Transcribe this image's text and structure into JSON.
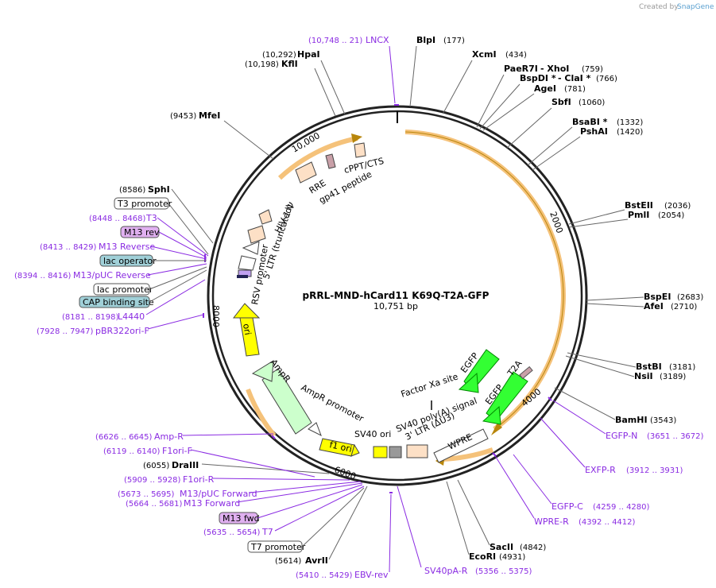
{
  "credit": "Created by",
  "brand": "SnapGene",
  "plasmid": {
    "name": "pRRL-MND-hCard11 K69Q-T2A-GFP",
    "size": "10,751 bp"
  },
  "ticks": [
    "10,000",
    "2000",
    "4000",
    "6000",
    "8000"
  ],
  "sites": [
    {
      "name": "LNCX",
      "pos": "(10,748 .. 21)",
      "kind": "primer"
    },
    {
      "name": "BlpI",
      "pos": "(177)",
      "kind": "enzyme"
    },
    {
      "name": "XcmI",
      "pos": "(434)",
      "kind": "enzyme"
    },
    {
      "name": "PaeR7I",
      "pos": "",
      "kind": "enzyme"
    },
    {
      "name": "- XhoI",
      "pos": "(759)",
      "kind": "enzyme"
    },
    {
      "name": "BspDI *",
      "pos": "",
      "kind": "enzyme"
    },
    {
      "name": "- ClaI *",
      "pos": "(766)",
      "kind": "enzyme"
    },
    {
      "name": "AgeI",
      "pos": "(781)",
      "kind": "enzyme"
    },
    {
      "name": "SbfI",
      "pos": "(1060)",
      "kind": "enzyme"
    },
    {
      "name": "BsaBI *",
      "pos": "(1332)",
      "kind": "enzyme"
    },
    {
      "name": "PshAI",
      "pos": "(1420)",
      "kind": "enzyme"
    },
    {
      "name": "BstEII",
      "pos": "(2036)",
      "kind": "enzyme"
    },
    {
      "name": "PmlI",
      "pos": "(2054)",
      "kind": "enzyme"
    },
    {
      "name": "BspEI",
      "pos": "(2683)",
      "kind": "enzyme"
    },
    {
      "name": "AfeI",
      "pos": "(2710)",
      "kind": "enzyme"
    },
    {
      "name": "BstBI",
      "pos": "(3181)",
      "kind": "enzyme"
    },
    {
      "name": "NsiI",
      "pos": "(3189)",
      "kind": "enzyme"
    },
    {
      "name": "BamHI",
      "pos": "(3543)",
      "kind": "enzyme"
    },
    {
      "name": "EGFP-N",
      "pos": "(3651 .. 3672)",
      "kind": "primer"
    },
    {
      "name": "EXFP-R",
      "pos": "(3912 .. 3931)",
      "kind": "primer"
    },
    {
      "name": "EGFP-C",
      "pos": "(4259 .. 4280)",
      "kind": "primer"
    },
    {
      "name": "WPRE-R",
      "pos": "(4392 .. 4412)",
      "kind": "primer"
    },
    {
      "name": "SacII",
      "pos": "(4842)",
      "kind": "enzyme"
    },
    {
      "name": "EcoRI",
      "pos": "(4931)",
      "kind": "enzyme"
    },
    {
      "name": "SV40pA-R",
      "pos": "(5356 .. 5375)",
      "kind": "primer"
    },
    {
      "name": "EBV-rev",
      "pos": "(5410 .. 5429)",
      "kind": "primer"
    },
    {
      "name": "AvrII",
      "pos": "(5614)",
      "kind": "enzyme"
    },
    {
      "name": "T7 promoter",
      "pos": "",
      "kind": "boxed"
    },
    {
      "name": "T7",
      "pos": "(5635 .. 5654)",
      "kind": "primer"
    },
    {
      "name": "M13 fwd",
      "pos": "",
      "kind": "boxed-purple"
    },
    {
      "name": "M13 Forward",
      "pos": "(5664 .. 5681)",
      "kind": "primer"
    },
    {
      "name": "M13/pUC Forward",
      "pos": "(5673 .. 5695)",
      "kind": "primer"
    },
    {
      "name": "F1ori-R",
      "pos": "(5909 .. 5928)",
      "kind": "primer"
    },
    {
      "name": "DraIII",
      "pos": "(6055)",
      "kind": "enzyme"
    },
    {
      "name": "F1ori-F",
      "pos": "(6119 .. 6140)",
      "kind": "primer"
    },
    {
      "name": "Amp-R",
      "pos": "(6626 .. 6645)",
      "kind": "primer"
    },
    {
      "name": "pBR322ori-F",
      "pos": "(7928 .. 7947)",
      "kind": "primer"
    },
    {
      "name": "L4440",
      "pos": "(8181 .. 8198)",
      "kind": "primer"
    },
    {
      "name": "CAP binding site",
      "pos": "",
      "kind": "boxed-teal"
    },
    {
      "name": "lac promoter",
      "pos": "",
      "kind": "boxed"
    },
    {
      "name": "M13/pUC Reverse",
      "pos": "(8394 .. 8416)",
      "kind": "primer"
    },
    {
      "name": "lac operator",
      "pos": "",
      "kind": "boxed-teal"
    },
    {
      "name": "M13 Reverse",
      "pos": "(8413 .. 8429)",
      "kind": "primer"
    },
    {
      "name": "M13 rev",
      "pos": "",
      "kind": "boxed-purple"
    },
    {
      "name": "T3",
      "pos": "(8448 .. 8468)",
      "kind": "primer"
    },
    {
      "name": "T3 promoter",
      "pos": "",
      "kind": "boxed"
    },
    {
      "name": "SphI",
      "pos": "(8586)",
      "kind": "enzyme"
    },
    {
      "name": "MfeI",
      "pos": "(9453)",
      "kind": "enzyme"
    },
    {
      "name": "KflI",
      "pos": "(10,198)",
      "kind": "enzyme"
    },
    {
      "name": "HpaI",
      "pos": "(10,292)",
      "kind": "enzyme"
    }
  ],
  "features": [
    "cPPT/CTS",
    "gp41 peptide",
    "RRE",
    "HIV-1 Ψ",
    "5' LTR (truncated)",
    "RSV promoter",
    "ori",
    "AmpR",
    "AmpR promoter",
    "f1 ori",
    "SV40 ori",
    "SV40 poly(A) signal",
    "3' LTR (ΔU3)",
    "WPRE",
    "Factor Xa site",
    "EGFP",
    "EGFP",
    "T2A"
  ],
  "colors": {
    "backbone": "#000000",
    "orange_arc": "#f5c27a",
    "ori": "#ffff00",
    "ampr": "#ccffcc",
    "egfp": "#33ff33",
    "primer": "#8a2be2",
    "lac_box": "#a0d0d8",
    "m13_box": "#e0b0f0"
  }
}
